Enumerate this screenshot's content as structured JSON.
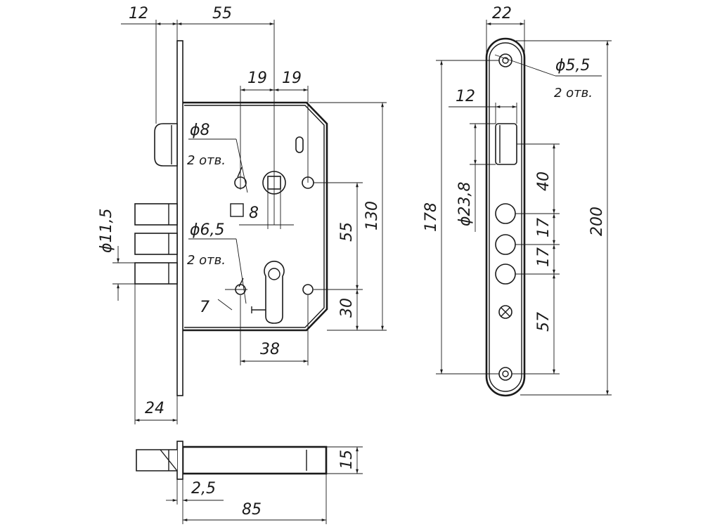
{
  "labels": {
    "d12_top": "12",
    "d55_top": "55",
    "d19_a": "19",
    "d19_b": "19",
    "phi8": "ϕ8",
    "holes2_a": "2 отв.",
    "sq8": "8",
    "phi6_5": "ϕ6,5",
    "holes2_b": "2 отв.",
    "d7": "7",
    "phi11_5": "ϕ11,5",
    "d24": "24",
    "d38": "38",
    "d55_right": "55",
    "d130": "130",
    "d30": "30",
    "d22": "22",
    "phi5_5": "ϕ5,5",
    "holes2_c": "2 отв.",
    "d12_plate": "12",
    "d178": "178",
    "phi23_8": "ϕ23,8",
    "d40": "40",
    "d17_a": "17",
    "d17_b": "17",
    "d57": "57",
    "d200": "200",
    "d15": "15",
    "d2_5": "2,5",
    "d85": "85"
  }
}
